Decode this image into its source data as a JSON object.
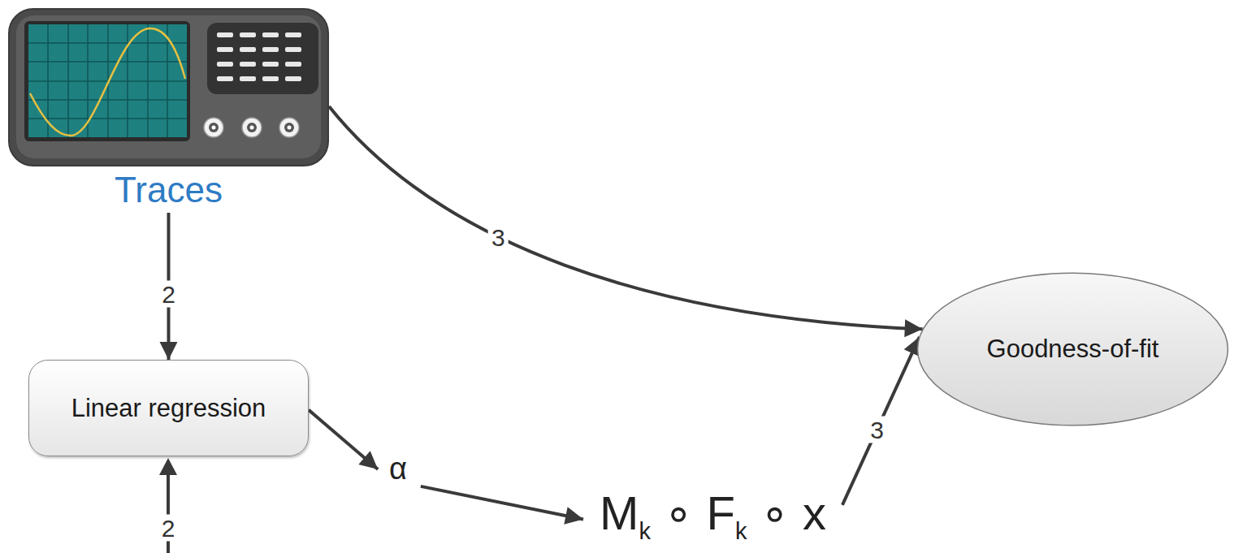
{
  "diagram": {
    "nodes": [
      {
        "text": [
          "Traces"
        ]
      },
      {
        "text": [
          "Linear regression"
        ]
      },
      {
        "text": [
          "α"
        ]
      },
      {
        "text": [
          "Mk ∘ Fk ∘ x"
        ]
      },
      {
        "text": [
          "Goodness-of-fit"
        ]
      }
    ],
    "edges": [
      {
        "from": 0,
        "to": 1,
        "arrow": "to",
        "label": "2"
      },
      {
        "from": 0,
        "to": 4,
        "arrow": "to",
        "label": "3"
      },
      {
        "from": 1,
        "to": 2,
        "arrow": "to"
      },
      {
        "from": 2,
        "to": 3,
        "arrow": "to"
      },
      {
        "from": 3,
        "to": 4,
        "arrow": "to",
        "label": "3"
      }
    ],
    "labels": [
      "2"
    ]
  }
}
